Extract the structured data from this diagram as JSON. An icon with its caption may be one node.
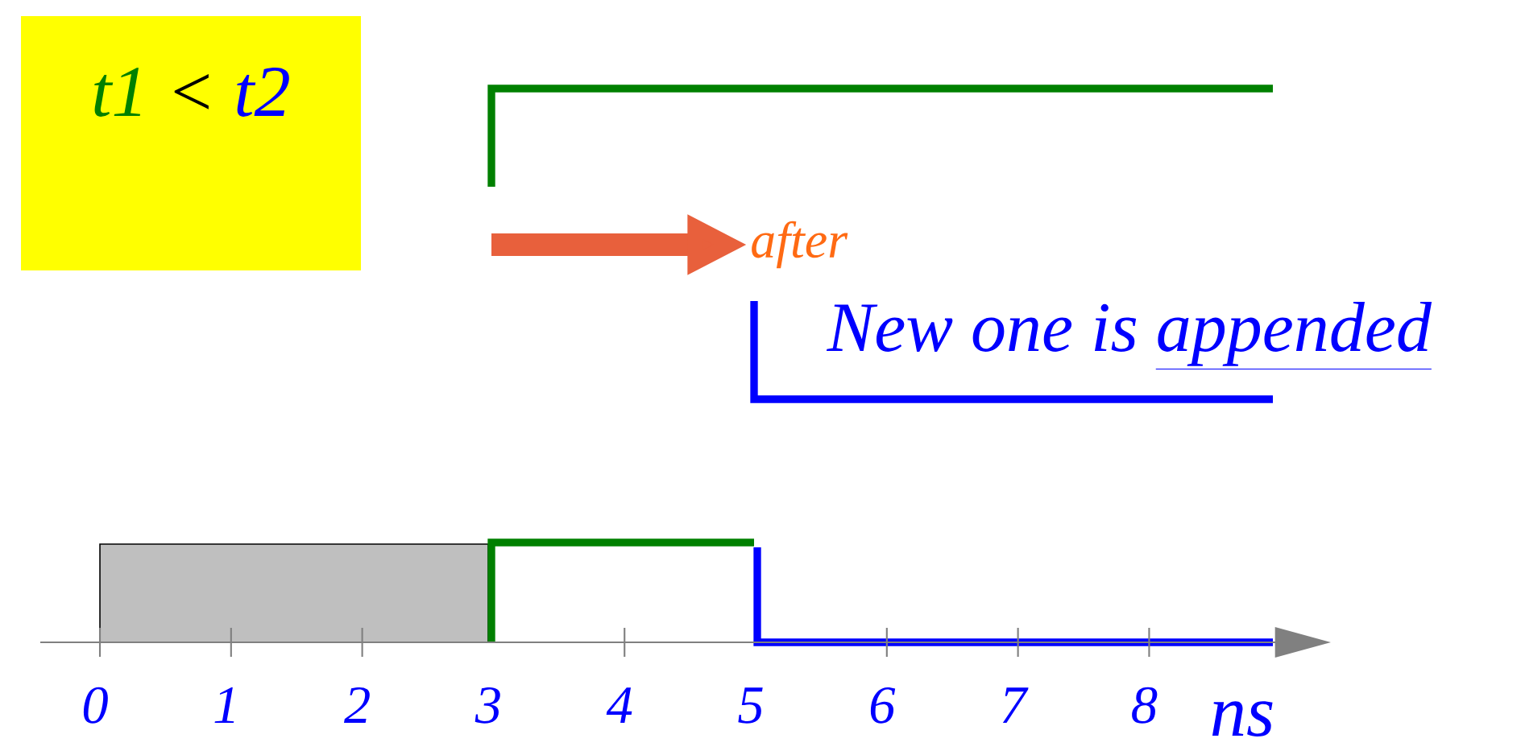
{
  "diagram": {
    "nodes": [
      {
        "text": [
          "t1",
          "<",
          "t2"
        ]
      },
      {
        "text": [
          "after"
        ]
      }
    ],
    "edges": [
      {
        "from": null,
        "to": 1,
        "arrow": "to",
        "color": "#e8603c"
      }
    ],
    "labels": [
      "New one is",
      "appended",
      "0",
      "1",
      "2",
      "3",
      "4",
      "5",
      "6",
      "7",
      "8",
      "ns"
    ]
  }
}
